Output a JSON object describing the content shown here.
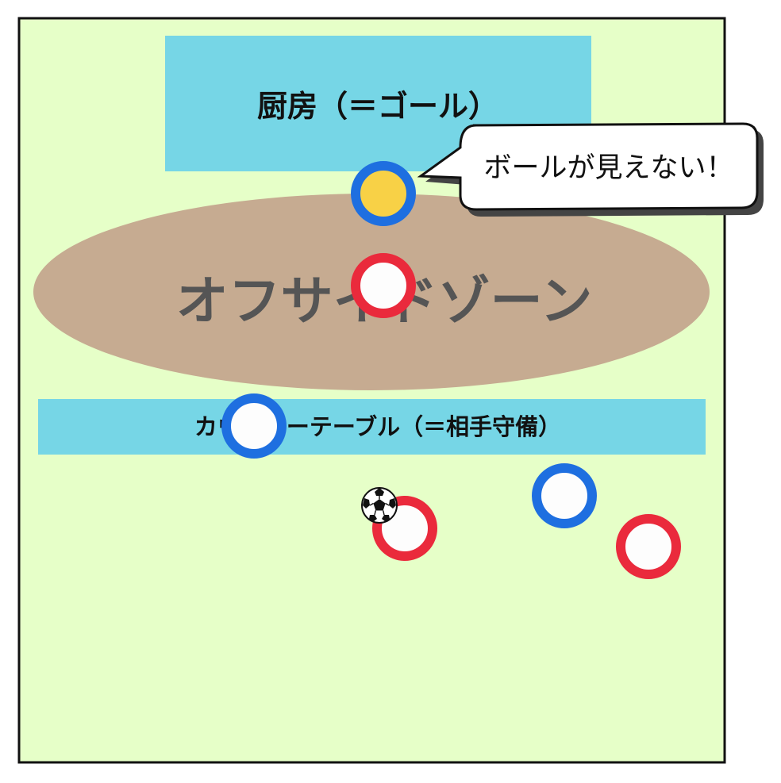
{
  "colors": {
    "field": "#e6ffc8",
    "border": "#111111",
    "area_box": "#76d6e6",
    "offside_zone": "#c6ab91",
    "offside_text": "#555555",
    "blue_player": "#1e6fe0",
    "red_player": "#ea2a3c",
    "player_fill": "#fdfdfd",
    "goalkeeper_fill": "#f8d146"
  },
  "kitchen": {
    "label": "厨房（＝ゴール）"
  },
  "offside": {
    "label": "オフサイドゾーン"
  },
  "counter": {
    "label": "カウンターテーブル（＝相手守備）"
  },
  "speech": {
    "text": "ボールが見えない！"
  },
  "icons": {
    "ball": "soccer-ball-icon"
  }
}
